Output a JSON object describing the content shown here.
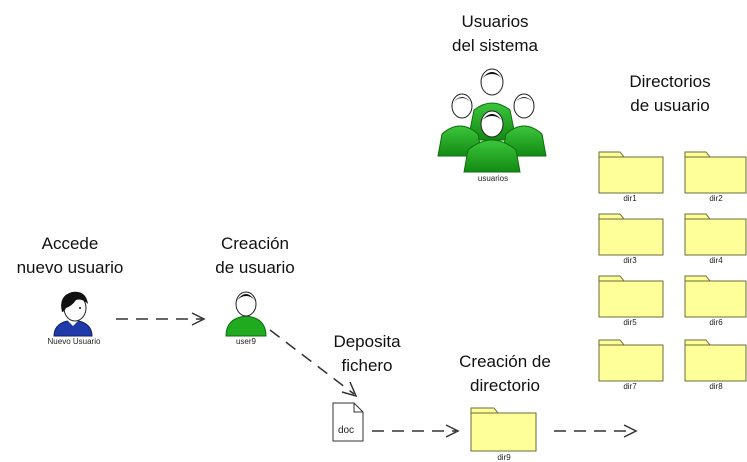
{
  "colors": {
    "user_green": "#1faa1f",
    "user_green_dark": "#0f6e0f",
    "folder_fill": "#ffff99",
    "folder_stroke": "#6b6b3a",
    "arrow": "#333333",
    "new_user_blue": "#1e3aa8"
  },
  "labels": {
    "system_users": "Usuarios\ndel sistema",
    "user_directories": "Directorios\nde usuario",
    "new_user_access": "Accede\nnuevo usuario",
    "user_creation": "Creación\nde usuario",
    "deposit_file": "Deposita\nfichero",
    "dir_creation": "Creación de\ndirectorio"
  },
  "captions": {
    "usuarios": "usuarios",
    "nuevo_usuario": "Nuevo Usuario",
    "user9": "user9",
    "doc": "doc",
    "dir9": "dir9"
  },
  "directories": [
    "dir1",
    "dir2",
    "dir3",
    "dir4",
    "dir5",
    "dir6",
    "dir7",
    "dir8"
  ],
  "icons": [
    "users-group-icon",
    "new-user-icon",
    "user-icon",
    "document-icon",
    "folder-icon"
  ]
}
